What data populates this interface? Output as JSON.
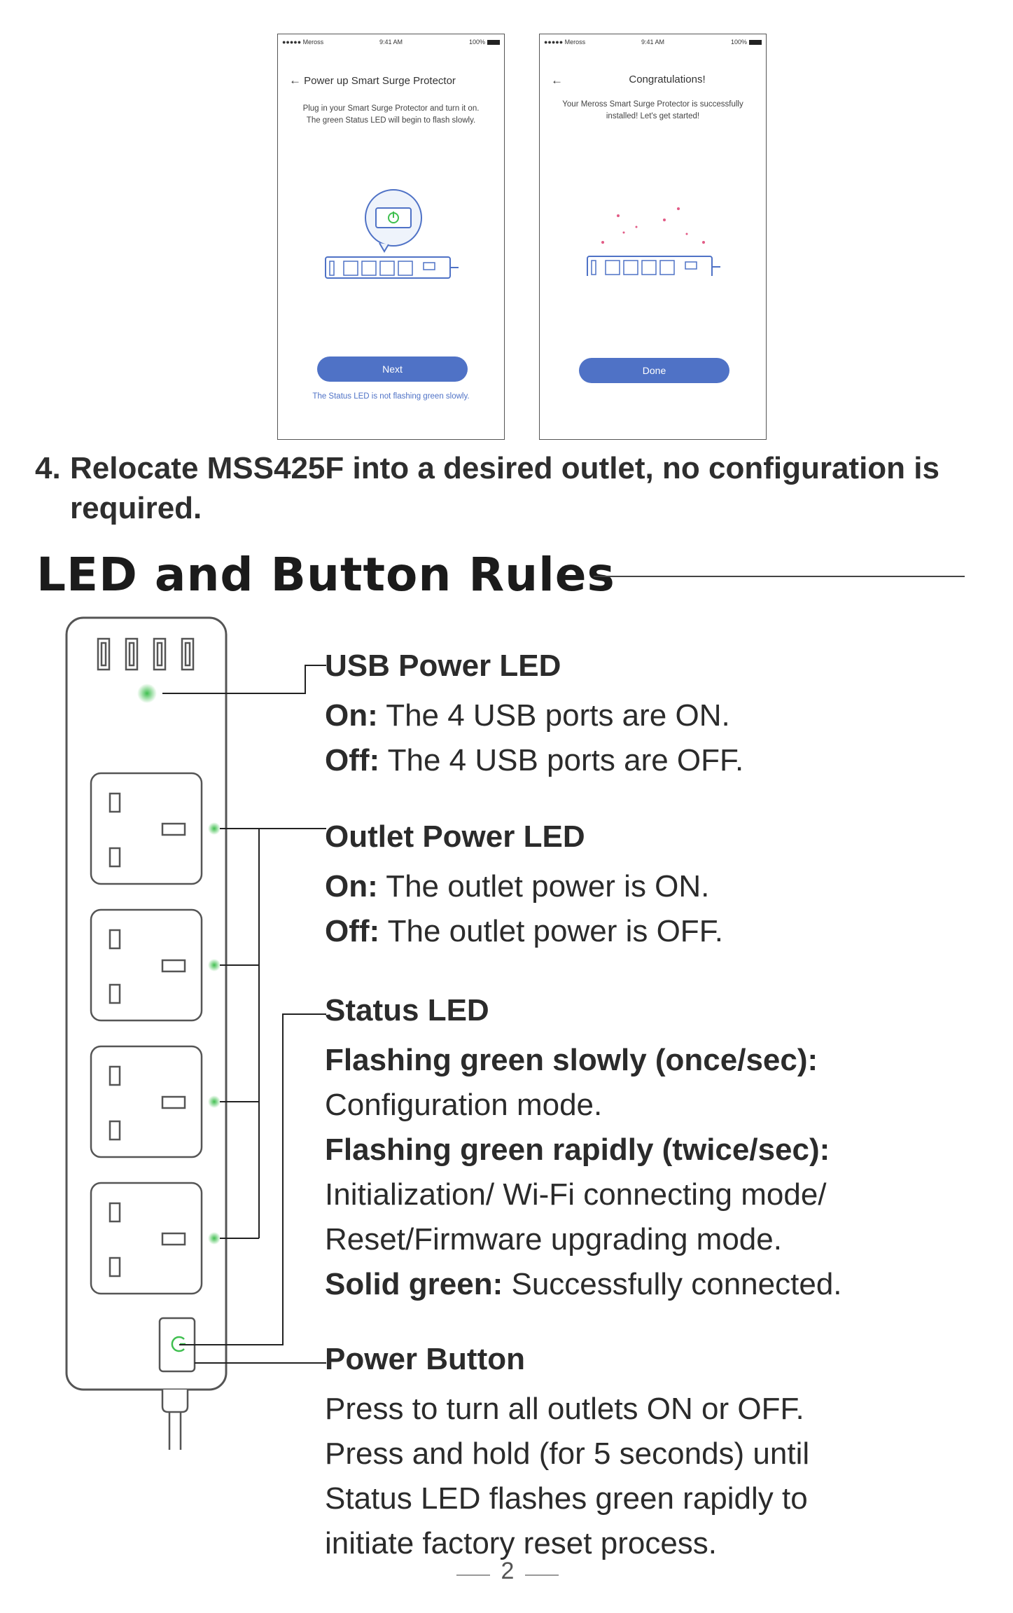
{
  "phone1": {
    "status": {
      "carrier": "●●●●● Meross",
      "time": "9:41 AM",
      "battery": "100%"
    },
    "title": "Power up Smart Surge Protector",
    "body": "Plug in your Smart Surge Protector and turn it on. The green Status LED will begin to flash slowly.",
    "button": "Next",
    "link": "The Status LED is not flashing green slowly."
  },
  "phone2": {
    "status": {
      "carrier": "●●●●● Meross",
      "time": "9:41 AM",
      "battery": "100%"
    },
    "title": "Congratulations!",
    "body": "Your Meross Smart Surge Protector is successfully installed! Let's get started!",
    "button": "Done"
  },
  "step4": {
    "number": "4.",
    "text": "Relocate MSS425F into a desired outlet, no configuration is required."
  },
  "section_title": "LED and Button Rules",
  "usb_led": {
    "title": "USB Power LED",
    "on_label": "On:",
    "on_text": " The 4 USB ports are ON.",
    "off_label": "Off:",
    "off_text": " The 4 USB ports are OFF."
  },
  "outlet_led": {
    "title": "Outlet Power LED",
    "on_label": "On:",
    "on_text": " The outlet power is ON.",
    "off_label": "Off:",
    "off_text": " The outlet power is OFF."
  },
  "status_led": {
    "title": "Status LED",
    "slow_label": "Flashing green slowly (once/sec):",
    "slow_text": "Configuration mode.",
    "rapid_label": "Flashing green rapidly (twice/sec):",
    "rapid_text_1": "Initialization/ Wi-Fi connecting mode/",
    "rapid_text_2": "Reset/Firmware upgrading mode.",
    "solid_label": "Solid green:",
    "solid_text": " Successfully connected."
  },
  "power_button": {
    "title": "Power Button",
    "line1": "Press to turn all outlets ON or OFF.",
    "line2": "Press and hold (for 5 seconds) until",
    "line3": "Status LED flashes green rapidly to",
    "line4": "initiate factory reset process."
  },
  "page_number": "2",
  "colors": {
    "accent": "#4f72c6",
    "led_green": "#3fbf4f"
  }
}
